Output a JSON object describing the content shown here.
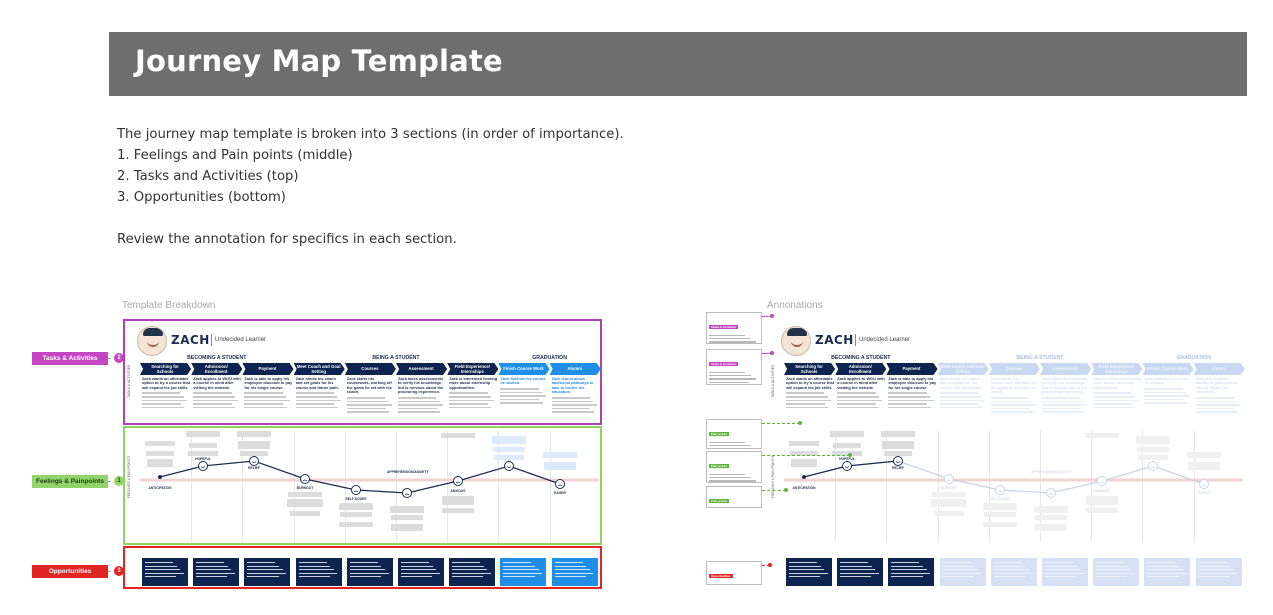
{
  "title": "Journey Map Template",
  "intro": {
    "line1": "The journey map template is broken into 3 sections (in order of importance).",
    "line2": "1. Feelings and Pain points (middle)",
    "line3": "2. Tasks and Activities (top)",
    "line4": "3. Opportunities (bottom)",
    "line5": "Review the annotation for specifics in each section."
  },
  "captions": {
    "left": "Template Breakdown",
    "right": "Annonations"
  },
  "section_tags": {
    "tasks": "Tasks & Activities",
    "tasks_num": "2",
    "feelings": "Feelings & Painpoints",
    "feelings_num": "1",
    "opportunities": "Opportunities",
    "opportunities_num": "3"
  },
  "persona": {
    "name": "ZACH",
    "role": "Undecided Learner"
  },
  "phases": [
    "BECOMING A STUDENT",
    "BEING A STUDENT",
    "GRADUATION"
  ],
  "stages": [
    "Searching for Schools",
    "Admission/ Enrollment",
    "Payment",
    "Meet Coach and Goal Setting",
    "Courses",
    "Assessment",
    "Field Experience/ Internships",
    "Finish Course Work",
    "Alumni"
  ],
  "task_headlines": [
    "Zack wants an affordable option to try a course that will expand his job skills.",
    "Zack applies to WGU with a course in mind after visiting the website.",
    "Zack is able to apply his employee discount to pay for his single course.",
    "Zack meets his coach and set goals for his course and future path.",
    "Zack starts his coursework, working off the goals he set with his coach.",
    "Zack takes assessments to verify his knowledge, but is nervous about the proctoring experience.",
    "Zack is interested hearing more about internship opportunities.",
    "Zack finishes his course he started.",
    "Zack learns about additional pathways to take to further his education."
  ],
  "emotions": {
    "anticipation": "ANTICIPATION",
    "hopeful": "HOPEFUL",
    "relief": "RELIEF",
    "burnout": "BURNOUT",
    "self_doubt": "SELF-DOUBT",
    "apprehension": "APPREHENSION/ANXIETY",
    "anxious": "ANXIOUS",
    "eager": "EAGER"
  },
  "graph_axis_label": "FEELINGS & PAIN POINTS",
  "tasks_axis_label": "TASKS & ACTIVITIES",
  "annotation_tags": {
    "tasks": "Tasks & Activities",
    "feelings": "Pain points",
    "opportunities": "Opportunities"
  },
  "colors": {
    "banner": "#6e6e6e",
    "navy": "#0d2350",
    "blue": "#1e8ee6",
    "purple": "#c446c2",
    "green": "#93d46a",
    "red": "#e12424"
  }
}
